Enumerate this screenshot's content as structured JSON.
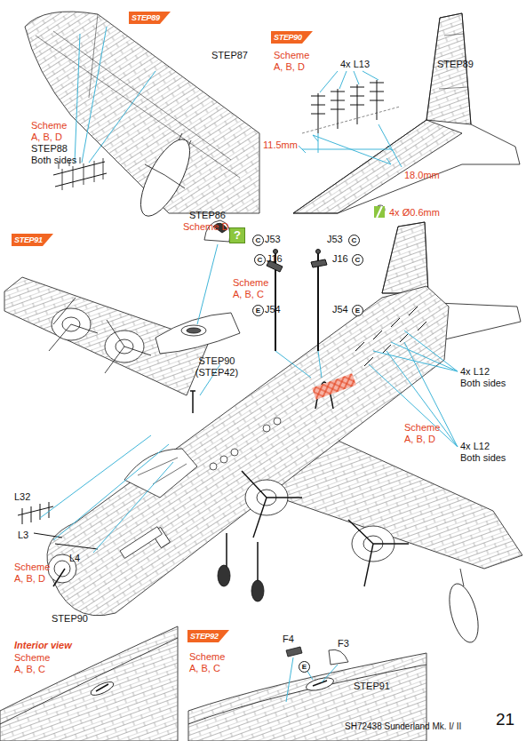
{
  "diagram": {
    "labels": [
      "STEP89",
      "STEP87",
      "Scheme",
      "A, B, D",
      "STEP88",
      "Both sides",
      "STEP90",
      "Scheme",
      "A, B, D",
      "4x L13",
      "STEP89",
      "11.5mm",
      "18.0mm",
      "4x Ø0.6mm",
      "STEP91",
      "STEP86",
      "Scheme D",
      "?",
      "C",
      "J53",
      "C",
      "J16",
      "Scheme",
      "A, B, C",
      "E",
      "J54",
      "J53",
      "C",
      "J16",
      "C",
      "J54",
      "E",
      "4x L12",
      "Both sides",
      "Scheme",
      "A, B, D",
      "4x L12",
      "Both sides",
      "L32",
      "L3",
      "L4",
      "Scheme",
      "A, B, D",
      "STEP90 (STEP42)",
      "STEP90",
      "Interior view",
      "Scheme",
      "A, B, C",
      "STEP92",
      "Scheme",
      "A, B, C",
      "F4",
      "E",
      "F3",
      "STEP91",
      "SH72438 Sunderland Mk. I/ II",
      "21"
    ]
  }
}
